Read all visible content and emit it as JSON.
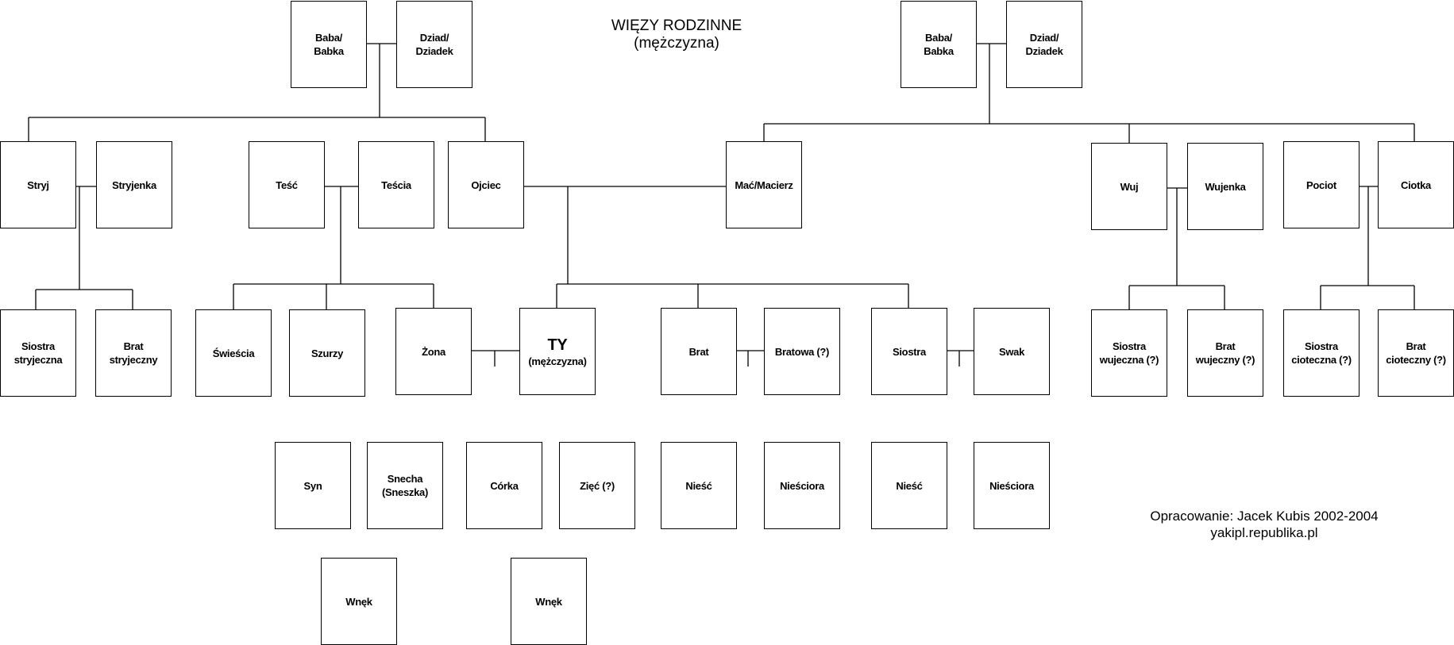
{
  "title": {
    "line1": "WIĘZY RODZINNE",
    "line2": "(mężczyzna)"
  },
  "credit": {
    "line1": "Opracowanie: Jacek Kubis 2002-2004",
    "line2": "yakipl.republika.pl"
  },
  "boxes": {
    "baba_l": [
      "Baba/",
      "Babka"
    ],
    "dziad_l": [
      "Dziad/",
      "Dziadek"
    ],
    "baba_r": [
      "Baba/",
      "Babka"
    ],
    "dziad_r": [
      "Dziad/",
      "Dziadek"
    ],
    "stryj": "Stryj",
    "stryjenka": "Stryjenka",
    "tesc": "Teść",
    "tescia": "Teścia",
    "ojciec": "Ojciec",
    "mac": "Mać/Macierz",
    "wuj": "Wuj",
    "wujenka": "Wujenka",
    "pociot": "Pociot",
    "ciotka": "Ciotka",
    "siostra_stryj": [
      "Siostra",
      "stryjeczna"
    ],
    "brat_stryj": [
      "Brat",
      "stryjeczny"
    ],
    "swiescia": "Świeścia",
    "szurzy": "Szurzy",
    "zona": "Żona",
    "ty": [
      "TY",
      "(mężczyzna)"
    ],
    "brat": "Brat",
    "bratowa": "Bratowa (?)",
    "siostra": "Siostra",
    "swak": "Swak",
    "siostra_wuj": [
      "Siostra",
      "wujeczna (?)"
    ],
    "brat_wuj": [
      "Brat",
      "wujeczny (?)"
    ],
    "siostra_ciot": [
      "Siostra",
      "cioteczna (?)"
    ],
    "brat_ciot": [
      "Brat",
      "cioteczny (?)"
    ],
    "syn": "Syn",
    "snecha": [
      "Snecha",
      "(Sneszka)"
    ],
    "corka": "Córka",
    "ziec": "Zięć (?)",
    "niesc_1": "Nieść",
    "niesciora_1": "Nieściora",
    "niesc_2": "Nieść",
    "niesciora_2": "Nieściora",
    "wnek_1": "Wnęk",
    "wnek_2": "Wnęk"
  }
}
